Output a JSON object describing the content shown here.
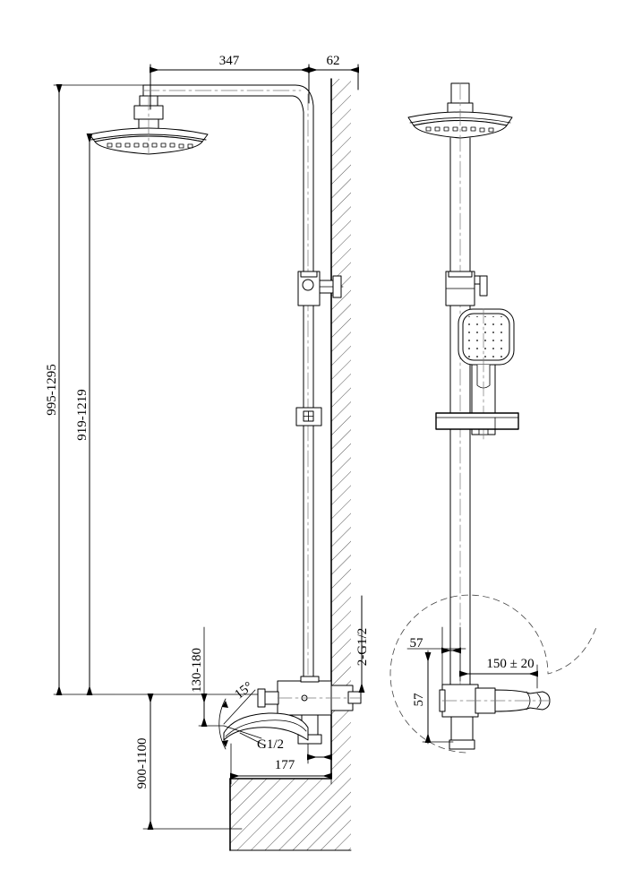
{
  "drawing": {
    "title": "Shower Column Technical Drawing",
    "type": "engineering-dimensioned-line-drawing",
    "units": "mm",
    "line_color": "#000000",
    "background_color": "#ffffff",
    "views": [
      {
        "name": "side-elevation-section",
        "position": "left"
      },
      {
        "name": "front-elevation",
        "position": "right"
      }
    ]
  },
  "dimensions": {
    "top_arm_length": "347",
    "wall_offset": "62",
    "overall_height_range": "995-1295",
    "riser_height_range": "919-1219",
    "spout_height_range": "900-1100",
    "spout_drop_range": "130-180",
    "spout_angle": "15°",
    "spout_thread": "G1/2",
    "inlet_thread": "2-G1/2",
    "spout_projection": "177",
    "handle_offset_horizontal": "57",
    "handle_offset_vertical": "57",
    "handle_swing": "150 ± 20"
  },
  "labels": {
    "dim_347": "347",
    "dim_62": "62",
    "dim_995_1295": "995-1295",
    "dim_919_1219": "919-1219",
    "dim_900_1100": "900-1100",
    "dim_130_180": "130-180",
    "dim_15deg": "15°",
    "dim_g12": "G1/2",
    "dim_2g12": "2-G1/2",
    "dim_177": "177",
    "dim_57_top": "57",
    "dim_57_side": "57",
    "dim_150_20": "150 ± 20"
  }
}
